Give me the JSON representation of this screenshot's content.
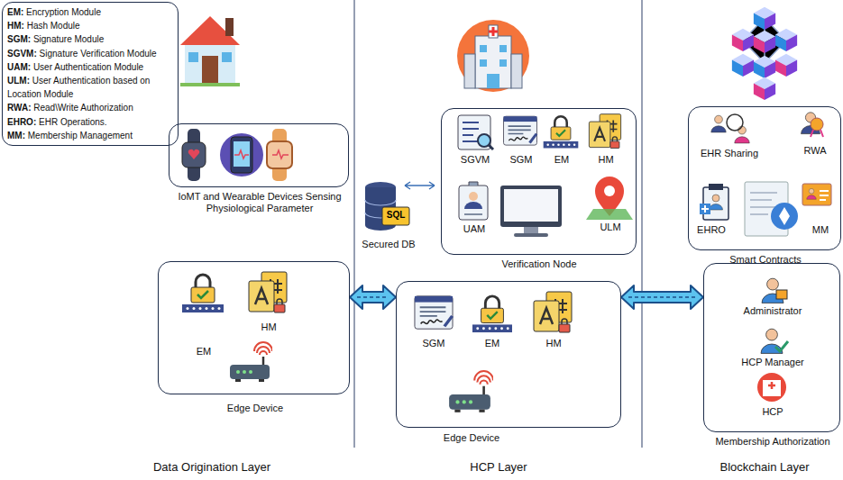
{
  "diagram": {
    "nodes": [
      {
        "text": [
          "EM: Encryption Module",
          "HM: Hash Module",
          "SGM: Signature Module",
          "SGVM: Signature Verification Module",
          "UAM: User Authentication Module",
          "ULM: User Authentication based on Location Module",
          "RWA: Read\\Write Authorization",
          "EHRO: EHR Operations.",
          "MM: Membership Management"
        ]
      },
      {
        "text": [
          "IoMT and Wearable Devices Sensing Physiological Parameter"
        ]
      },
      {
        "text": [
          "EM",
          "HM",
          "Edge Device"
        ]
      },
      {
        "text": [
          "SGVM",
          "SGM",
          "EM",
          "HM",
          "UAM",
          "ULM",
          "Verification Node"
        ]
      },
      {
        "text": [
          "SGM",
          "EM",
          "HM",
          "Edge Device"
        ]
      },
      {
        "text": [
          "EHR Sharing",
          "RWA",
          "EHRO",
          "MM",
          "Smart Contracts"
        ]
      },
      {
        "text": [
          "Administrator",
          "HCP Manager",
          "HCP",
          "Membership Authorization"
        ]
      }
    ],
    "edges": [
      {
        "from": 2,
        "to": 4,
        "arrow": "both"
      },
      {
        "from": 4,
        "to": 6,
        "arrow": "both"
      }
    ],
    "labels": [
      "SQL",
      "Secured DB",
      "Data Origination Layer",
      "HCP Layer",
      "Blockchain Layer"
    ]
  }
}
